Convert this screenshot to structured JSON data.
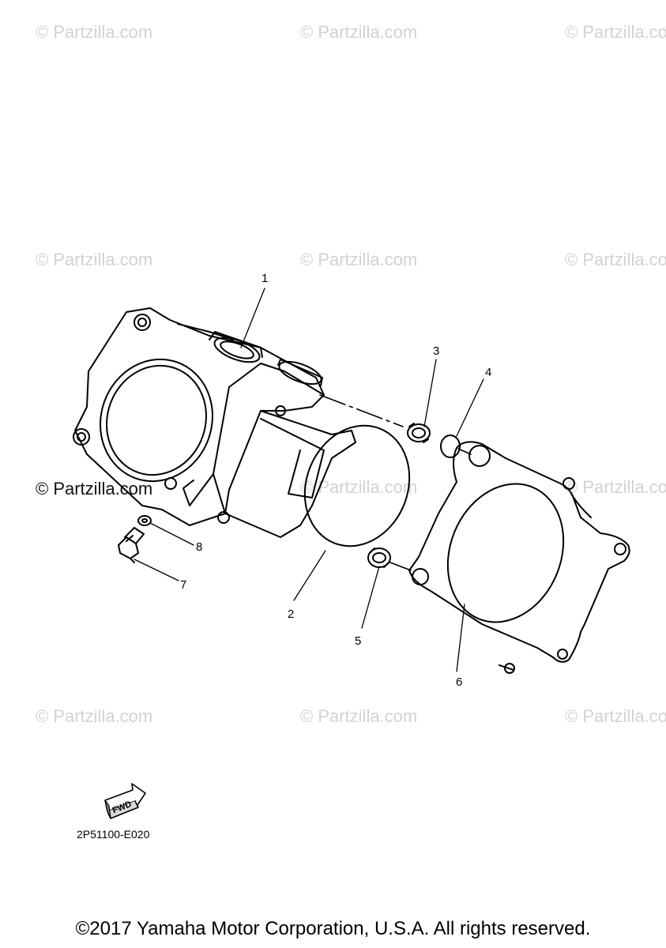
{
  "watermark": "© Partzilla.com",
  "callouts": [
    "1",
    "2",
    "3",
    "4",
    "5",
    "6",
    "7",
    "8"
  ],
  "fwd_label": "FWD",
  "diagram_code": "2P51100-E020",
  "copyright": "©2017 Yamaha Motor Corporation, U.S.A. All rights reserved."
}
